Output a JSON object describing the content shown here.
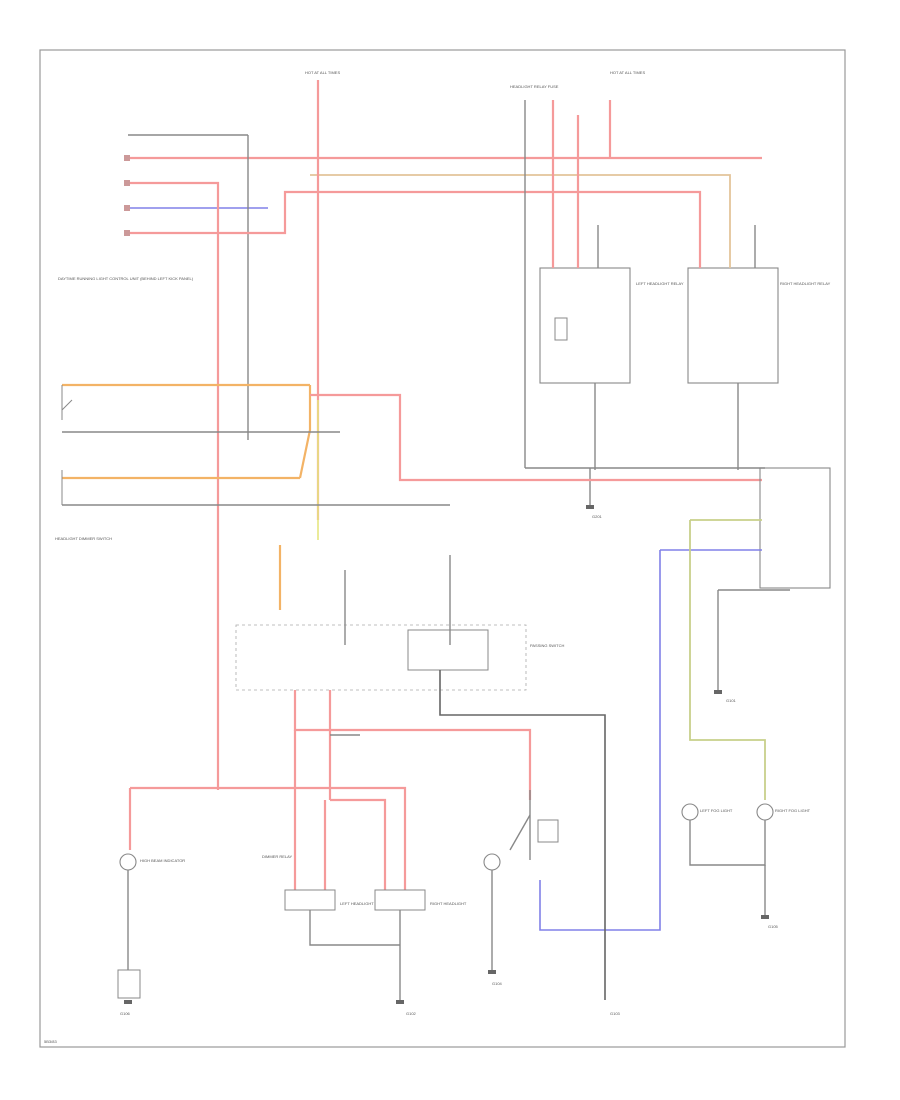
{
  "labels": {
    "fuse_top_center": "HOT AT ALL TIMES",
    "fuse_top_right": "HOT AT ALL TIMES",
    "fuse_top_relay": "HEADLIGHT RELAY FUSE",
    "left_relay": "LEFT HEADLIGHT RELAY",
    "right_relay": "RIGHT HEADLIGHT RELAY",
    "control_unit": "DAYTIME RUNNING LIGHT CONTROL UNIT (BEHIND LEFT KICK PANEL)",
    "combo_switch": "HEADLIGHT DIMMER SWITCH",
    "passing_switch": "PASSING SWITCH",
    "dimmer_relay": "DIMMER RELAY",
    "ground_g1": "G201",
    "ground_g2": "G101",
    "ground_g3": "G102",
    "ground_g4": "G103",
    "ground_g5": "G104",
    "ground_g6": "G105",
    "ground_g7": "G106",
    "left_headlight": "LEFT HEADLIGHT",
    "right_headlight": "RIGHT HEADLIGHT",
    "high_beam_ind": "HIGH BEAM INDICATOR",
    "left_fog": "LEFT FOG LIGHT",
    "right_fog": "RIGHT FOG LIGHT",
    "footer_code": "5B3/83"
  }
}
